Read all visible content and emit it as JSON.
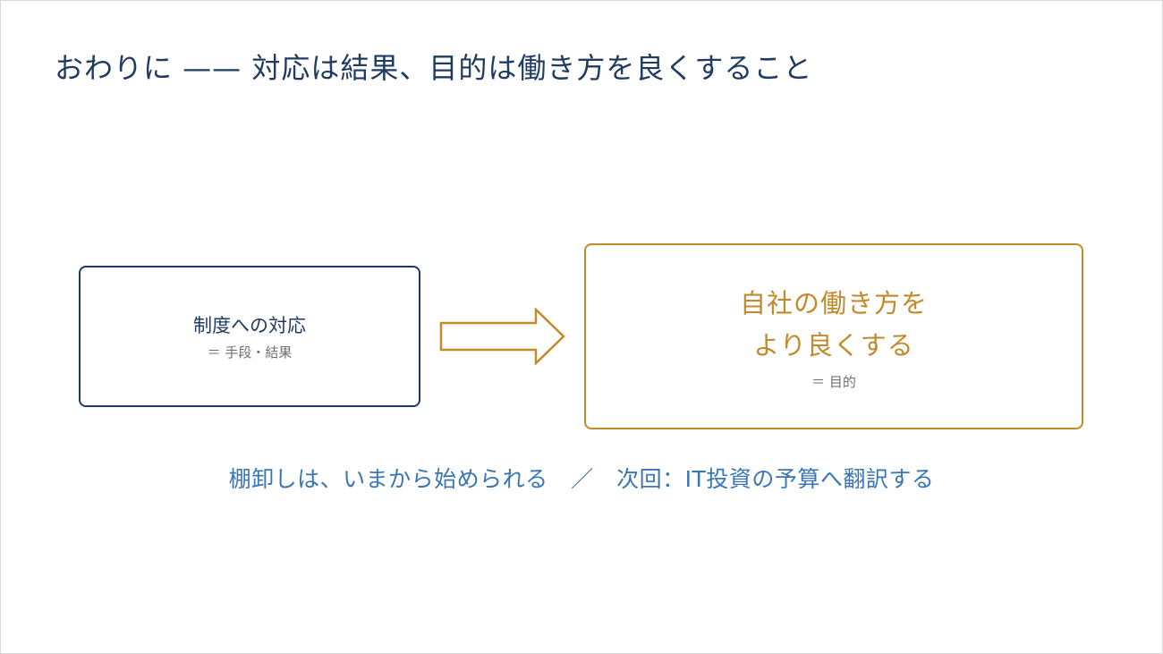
{
  "slide": {
    "title": "おわりに —— 対応は結果、目的は働き方を良くすること"
  },
  "diagram": {
    "left_box": {
      "main": "制度への対応",
      "sub": "＝ 手段・結果"
    },
    "right_box": {
      "line1": "自社の働き方を",
      "line2": "より良くする",
      "sub": "＝ 目的"
    },
    "arrow_icon": "right-arrow-icon"
  },
  "footer": {
    "text": "棚卸しは、いまから始められる　／　次回：IT投資の予算へ翻訳する"
  },
  "colors": {
    "navy": "#1f3b61",
    "gold": "#c28a2a",
    "blue": "#3a76b3",
    "gray": "#6f6f6f"
  }
}
